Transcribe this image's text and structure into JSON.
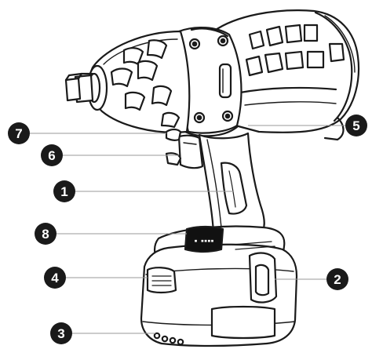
{
  "diagram": {
    "subject": "impact-wrench",
    "callouts": [
      {
        "id": "1",
        "label": "1"
      },
      {
        "id": "2",
        "label": "2"
      },
      {
        "id": "3",
        "label": "3"
      },
      {
        "id": "4",
        "label": "4"
      },
      {
        "id": "5",
        "label": "5"
      },
      {
        "id": "6",
        "label": "6"
      },
      {
        "id": "7",
        "label": "7"
      },
      {
        "id": "8",
        "label": "8"
      }
    ],
    "battery_indicator_text": "▪ ▪▪▪▪"
  },
  "colors": {
    "stroke": "#1a1a1a",
    "fill": "#ffffff",
    "callout": "#1a1a1a",
    "leader": "#9a9a9a",
    "indicator_panel": "#111111"
  }
}
